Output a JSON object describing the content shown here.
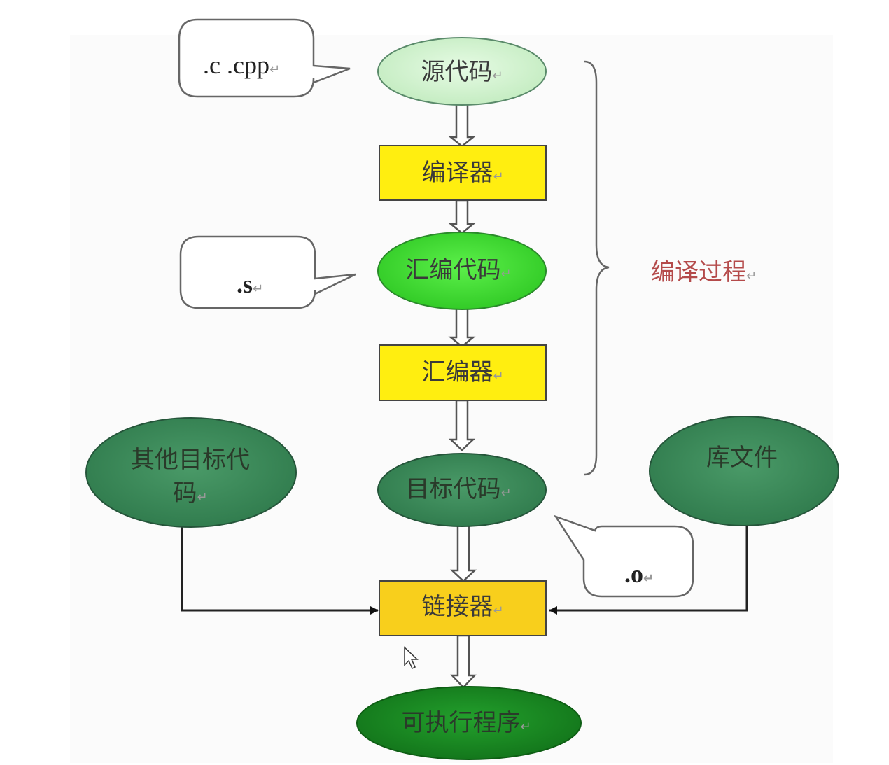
{
  "nodes": {
    "source_code": "源代码",
    "compiler": "编译器",
    "assembly_code": "汇编代码",
    "assembler": "汇编器",
    "object_code": "目标代码",
    "linker": "链接器",
    "executable": "可执行程序",
    "other_object_code_line1": "其他目标代",
    "other_object_code_line2": "码",
    "library_file": "库文件"
  },
  "callouts": {
    "source_ext": ".c .cpp",
    "assembly_ext": ".s",
    "object_ext": ".o"
  },
  "brace_label": "编译过程",
  "return_mark": "↵",
  "colors": {
    "light_green": "#d2f2d0",
    "bright_green": "#3edc2e",
    "mid_green": "#3a8a5a",
    "dark_green": "#1a8a22",
    "yellow": "#ffee10",
    "gold": "#f8cf1c",
    "side_label": "#b44a4a"
  }
}
